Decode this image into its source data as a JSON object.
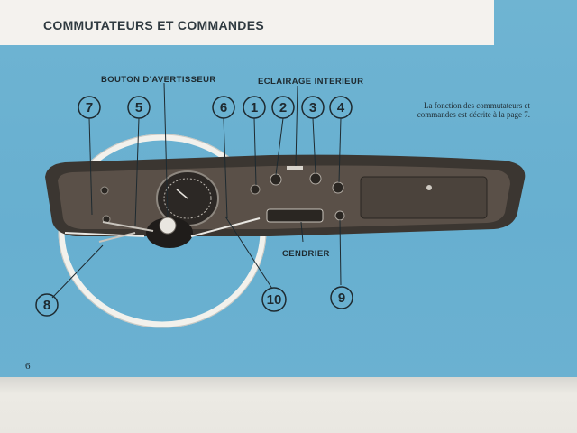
{
  "header": {
    "title": "COMMUTATEURS ET COMMANDES"
  },
  "labels": {
    "horn_button": "BOUTON D'AVERTISSEUR",
    "interior_light": "ECLAIRAGE INTERIEUR",
    "ashtray": "CENDRIER"
  },
  "note": "La fonction des commutateurs et commandes est décrite à la page 7.",
  "callouts": [
    "7",
    "5",
    "6",
    "1",
    "2",
    "3",
    "4",
    "8",
    "10",
    "9"
  ],
  "page_number": "6",
  "colors": {
    "page_blue": "#6bb1d1",
    "dashboard_dark": "#3b3631",
    "wheel_white": "#f2f1ec",
    "ink": "#1e2a30"
  }
}
